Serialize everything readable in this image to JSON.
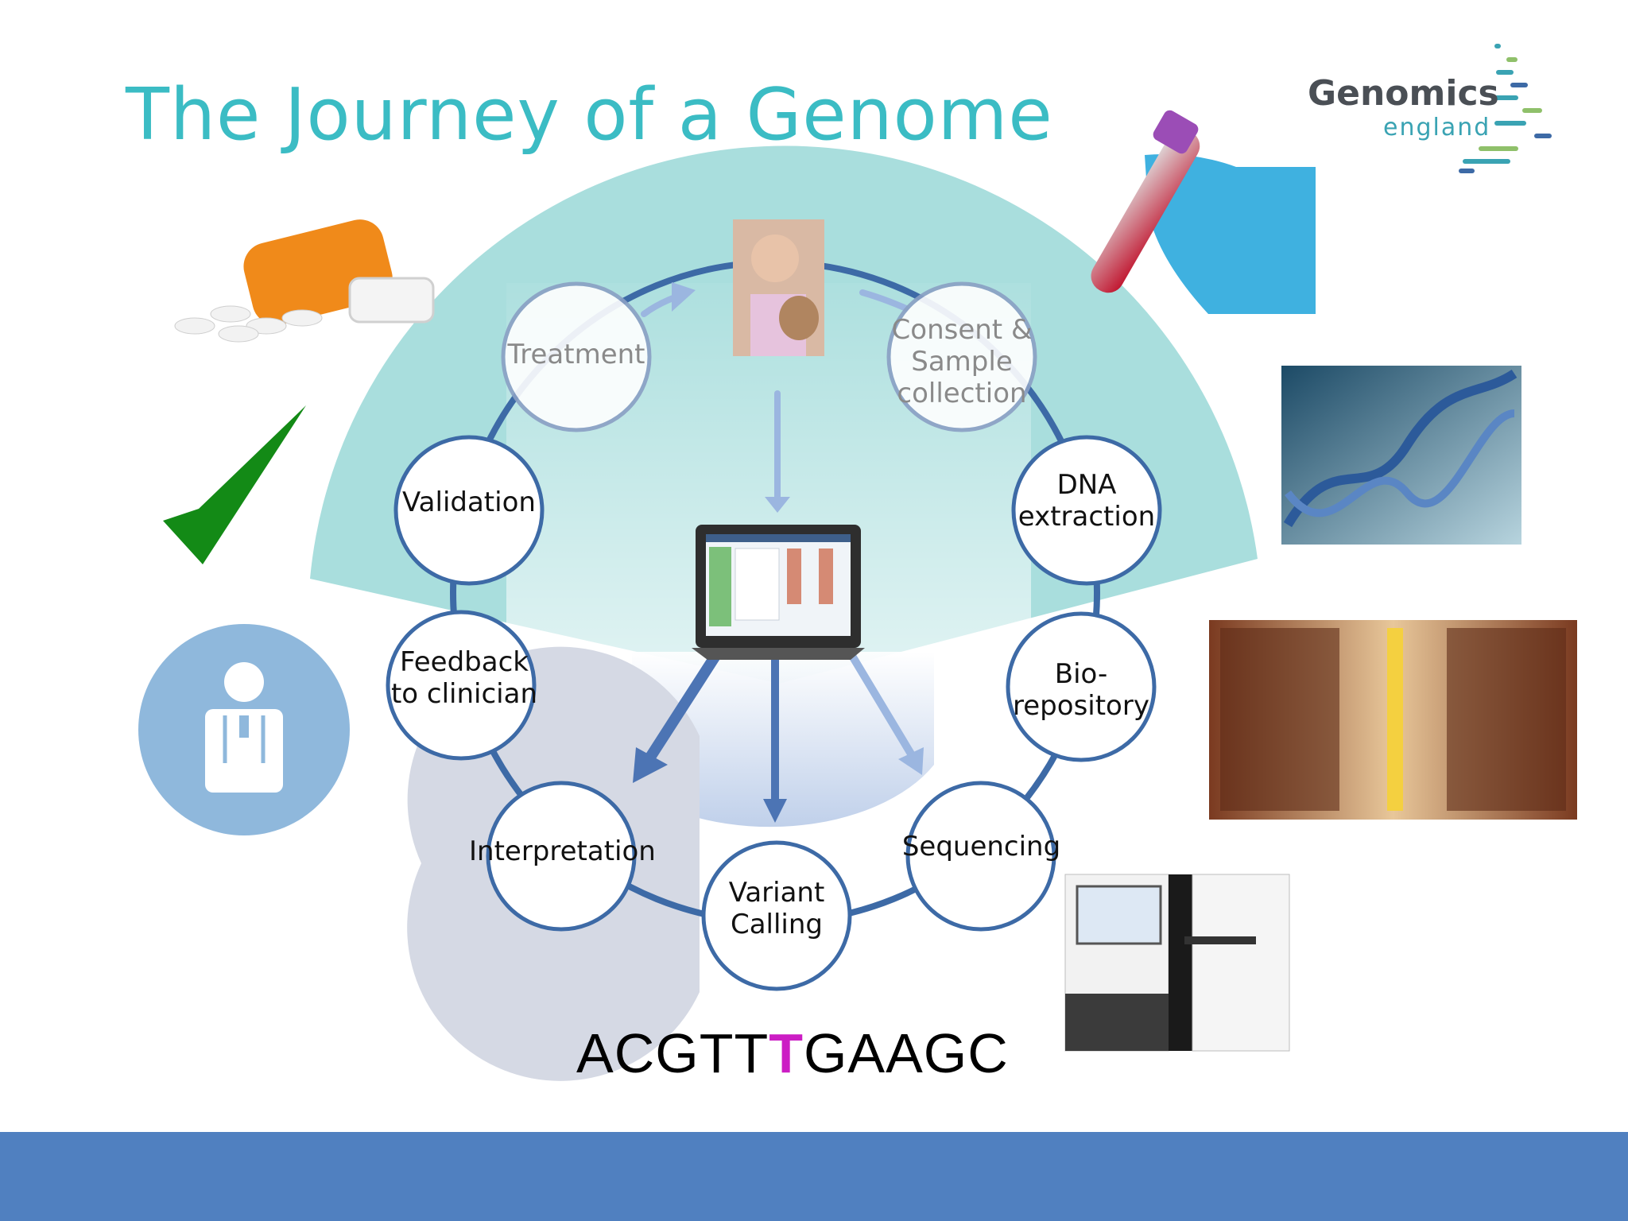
{
  "title": "The Journey of a Genome",
  "logo": {
    "name": "Genomics",
    "sub": "england"
  },
  "sequence": {
    "before": "ACGTT",
    "variant": "T",
    "after": "GAAGC"
  },
  "stages": [
    {
      "id": "treatment",
      "label": "Treatment"
    },
    {
      "id": "consent",
      "label": "Consent &\nSample\ncollection"
    },
    {
      "id": "dna",
      "label": "DNA\nextraction"
    },
    {
      "id": "biorepository",
      "label": "Bio-\nrepository"
    },
    {
      "id": "sequencing",
      "label": "Sequencing"
    },
    {
      "id": "variant",
      "label": "Variant\nCalling"
    },
    {
      "id": "interpretation",
      "label": "Interpretation"
    },
    {
      "id": "feedback",
      "label": "Feedback\nto clinician"
    },
    {
      "id": "validation",
      "label": "Validation"
    }
  ],
  "colors": {
    "title": "#3bbcc4",
    "footer": "#5080c0",
    "ring": "#3d6aa6",
    "fan": "#a8dcdc",
    "variant_base": "#cc1dc4",
    "check": "#1a8a1a",
    "clinician_circle": "#8fb8dc"
  },
  "icons": [
    "pill-bottle-icon",
    "check-icon",
    "clinician-icon",
    "blood-tube-icon",
    "dna-helix-icon",
    "biorepository-icon",
    "sequencer-icon",
    "tablet-icon",
    "patient-photo"
  ]
}
